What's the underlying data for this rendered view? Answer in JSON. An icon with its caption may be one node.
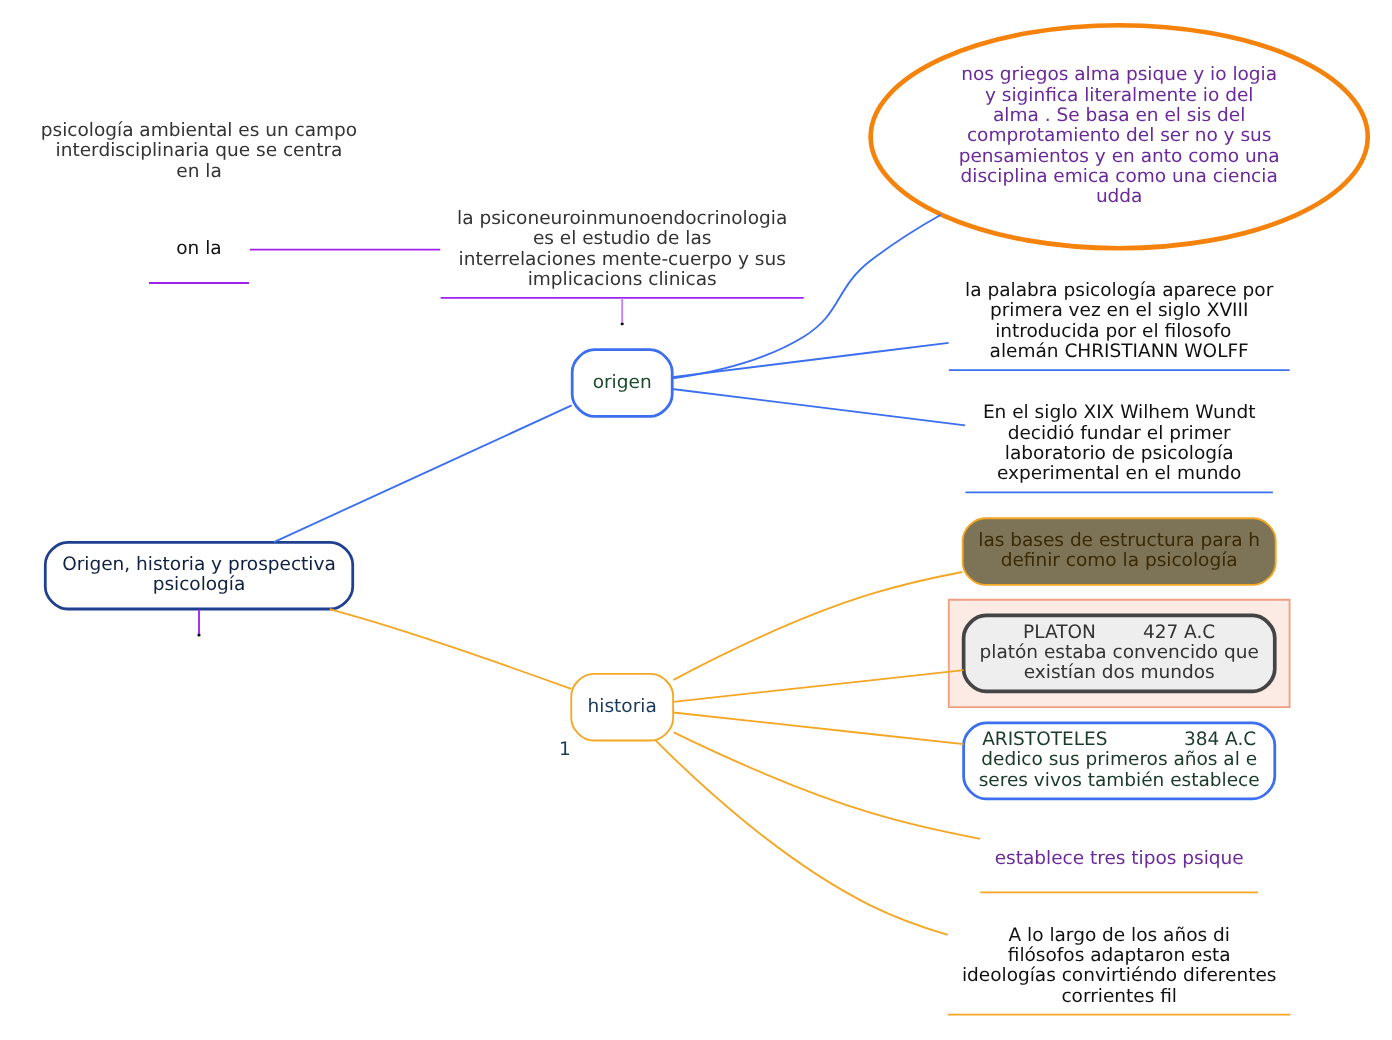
{
  "diagram": {
    "nodes": [
      {
        "text": [
          "Origen, historia y prospectiva psicología"
        ]
      },
      {
        "text": [
          "origen"
        ]
      },
      {
        "text": [
          "nos griegos alma psique y io logia y siginfica literalmente io del alma . Se basa en el sis del comprotamiento del ser no y sus pensamientos y en anto como una disciplina emica como una ciencia udda"
        ]
      },
      {
        "text": [
          "la palabra psicología aparece por primera vez en el siglo XVIII introducida por el filosofo  alemán CHRISTIANN WOLFF"
        ]
      },
      {
        "text": [
          "En el siglo XIX Wilhem Wundt decidió fundar el primer laboratorio de psicología experimental en el mundo"
        ]
      },
      {
        "text": [
          "historia"
        ],
        "beside": [
          "1"
        ]
      },
      {
        "text": [
          "las bases de estructura para h definir como la psicología"
        ]
      },
      {
        "text": [],
        "shape": "band"
      },
      {
        "text": [
          "PLATON        427 A.C",
          "platón estaba convencido que existían dos mundos"
        ],
        "in": 7
      },
      {
        "text": [
          "ARISTOTELES             384 A.C",
          "dedico sus primeros años al e seres vivos también establece"
        ]
      },
      {
        "text": [
          "establece tres tipos psique"
        ]
      },
      {
        "text": [
          "A lo largo de los años di filósofos adaptaron esta ideologías convirtiéndo diferentes corrientes fil"
        ]
      },
      {
        "text": [
          "on la"
        ]
      },
      {
        "text": [
          "la psiconeuroinmunoendocrinologia es el estudio de las interrelaciones mente-cuerpo y sus implicacions clinicas"
        ]
      },
      {
        "text": [
          "psicología ambiental es un campo interdisciplinaria que se centra en la"
        ]
      }
    ],
    "edges": [
      {
        "from": 0,
        "to": 1,
        "arrow": "none",
        "color": "#3b6ff0"
      },
      {
        "from": 1,
        "to": 2,
        "arrow": "none",
        "color": "#3b6ff0"
      },
      {
        "from": 1,
        "to": 3,
        "arrow": "none",
        "color": "#3b6ff0"
      },
      {
        "from": 1,
        "to": 4,
        "arrow": "none",
        "color": "#3b6ff0"
      },
      {
        "from": 0,
        "to": 5,
        "arrow": "none",
        "color": "#f5a623"
      },
      {
        "from": 5,
        "to": 6,
        "arrow": "none",
        "color": "#f5a623"
      },
      {
        "from": 5,
        "to": 8,
        "arrow": "none",
        "color": "#f5a623"
      },
      {
        "from": 5,
        "to": 9,
        "arrow": "none",
        "color": "#f5a623"
      },
      {
        "from": 5,
        "to": 10,
        "arrow": "none",
        "color": "#f5a623"
      },
      {
        "from": 5,
        "to": 11,
        "arrow": "none",
        "color": "#f5a623"
      },
      {
        "from": 0,
        "to": null,
        "arrow": "none",
        "color": "#a020f0"
      },
      {
        "from": 12,
        "to": 13,
        "arrow": "none",
        "color": "#a020f0"
      },
      {
        "from": 13,
        "to": null,
        "arrow": "none",
        "color": "#c77dff"
      }
    ]
  }
}
